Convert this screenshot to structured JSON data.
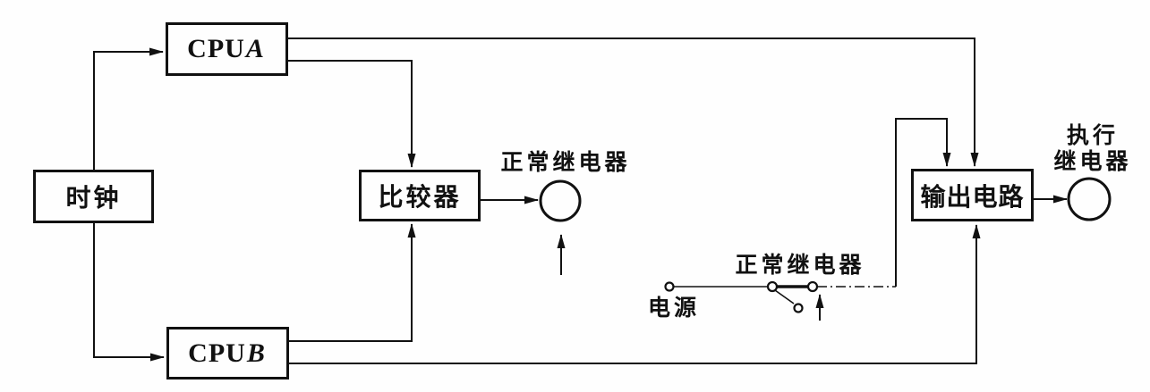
{
  "diagram": {
    "title": "dual-cpu-relay-output-block-diagram",
    "blocks": {
      "clock": {
        "label": "时钟"
      },
      "cpu_a": {
        "prefix": "CPU",
        "suffix": "A"
      },
      "cpu_b": {
        "prefix": "CPU",
        "suffix": "B"
      },
      "comparator": {
        "label": "比较器"
      },
      "output_circuit": {
        "label": "输出电路"
      }
    },
    "annotations": {
      "normal_relay_comparator": "正常继电器",
      "normal_relay_switch": "正常继电器",
      "power_supply": "电源",
      "execute_relay_line1": "执行",
      "execute_relay_line2": "继电器"
    },
    "colors": {
      "ink": "#111111",
      "background": "#fefefe"
    }
  }
}
